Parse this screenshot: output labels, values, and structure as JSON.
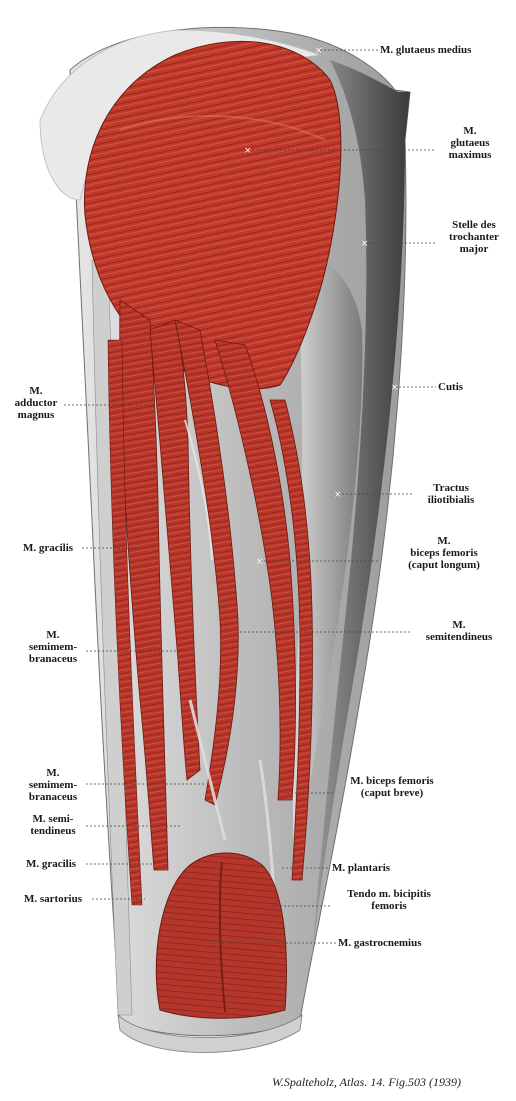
{
  "figure": {
    "caption": "W.Spalteholz, Atlas. 14. Fig.503 (1939)"
  },
  "labels": {
    "glutaeus_medius": "M. glutaeus medius",
    "glutaeus_maximus": "M.\nglutaeus\nmaximus",
    "trochanter": "Stelle des\ntrochanter\nmajor",
    "cutis": "Cutis",
    "tractus": "Tractus\niliotibialis",
    "biceps_longum": "M.\nbiceps femoris\n(caput longum)",
    "semitendineus_right": "M.\nsemitendineus",
    "biceps_breve": "M. biceps femoris\n(caput breve)",
    "plantaris": "M. plantaris",
    "tendo": "Tendo m. bicipitis\nfemoris",
    "gastrocnemius": "M. gastrocnemius",
    "adductor": "M.\nadductor\nmagnus",
    "gracilis_upper": "M. gracilis",
    "semimem_upper": "M.\nsemimem-\nbranaceus",
    "semimem_lower": "M.\nsemimem-\nbranaceus",
    "semitendineus_left": "M. semi-\ntendineus",
    "gracilis_lower": "M. gracilis",
    "sartorius": "M. sartorius"
  }
}
